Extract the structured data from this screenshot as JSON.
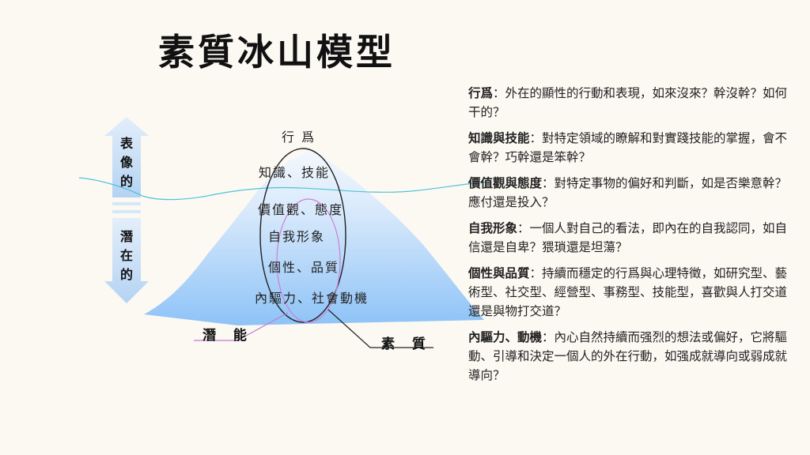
{
  "title": "素質冰山模型",
  "side_labels": {
    "surface": "表像的",
    "hidden": "潛在的"
  },
  "layers": [
    "行 爲",
    "知識、技能",
    "價值觀、態度",
    "自我形象",
    "個性、品質",
    "內驅力、社會動機"
  ],
  "bottom_labels": {
    "potential": "潛 能",
    "competency": "素 質"
  },
  "descriptions": [
    {
      "term": "行爲",
      "text": "：外在的顯性的行動和表現，如來沒來？幹沒幹？如何干的？"
    },
    {
      "term": "知識與技能",
      "text": "：對特定領域的瞭解和對實踐技能的掌握，會不會幹？巧幹還是笨幹？"
    },
    {
      "term": "價值觀與態度",
      "text": "：對特定事物的偏好和判斷，如是否樂意幹？應付還是投入？"
    },
    {
      "term": "自我形象",
      "text": "：一個人對自己的看法，即內在的自我認同，如自信還是自卑？猥瑣還是坦蕩？"
    },
    {
      "term": "個性與品質",
      "text": "：持續而穩定的行爲與心理特徵，如研究型、藝術型、社交型、經營型、事務型、技能型，喜歡與人打交道還是與物打交道？"
    },
    {
      "term": "內驅力、動機",
      "text": "：內心自然持續而强烈的想法或偏好，它將驅動、引導和決定一個人的外在行動，如强成就導向或弱成就導向？"
    }
  ],
  "colors": {
    "iceberg_top": "#f4f8fd",
    "iceberg_bottom": "#8ec3f7",
    "waterline": "#4fc3d6",
    "arrow": "#cfe3f7",
    "outer_ellipse": "#222222",
    "inner_ellipse": "#cc7fcf",
    "potential_line": "#c07bd0"
  }
}
